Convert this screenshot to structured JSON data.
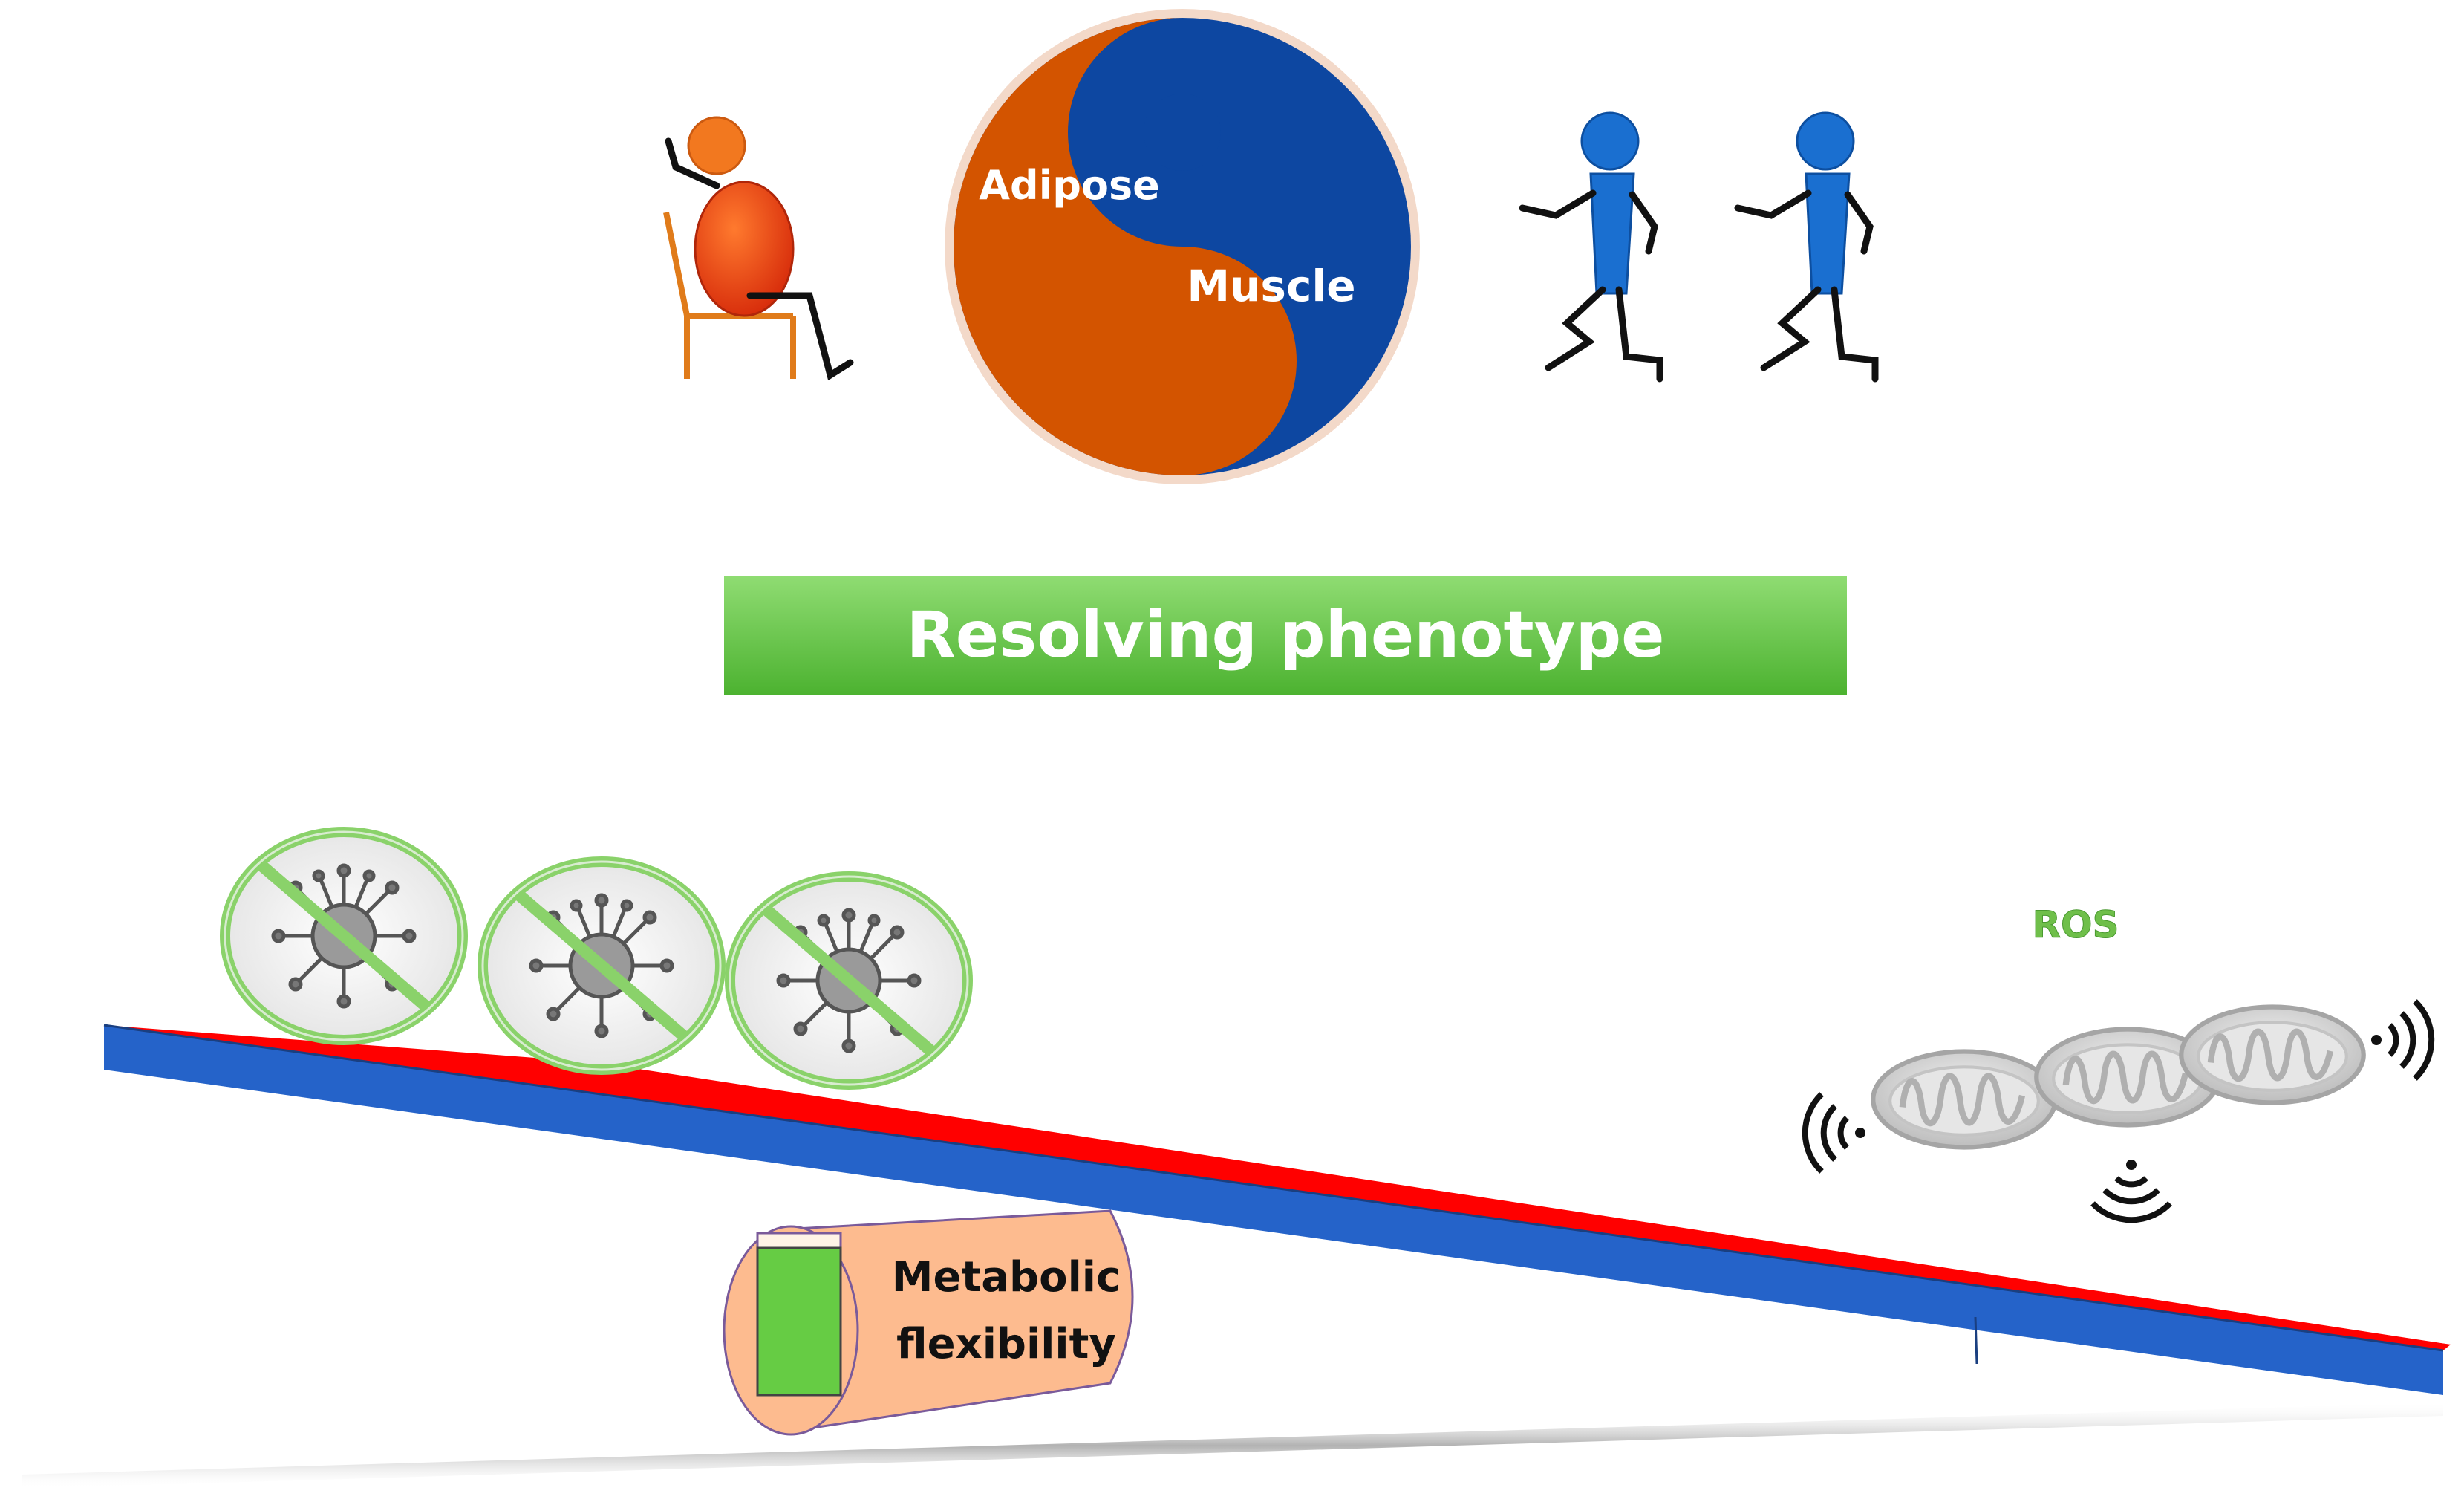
{
  "yin_yang": {
    "left_label": "Adipose",
    "right_label": "Muscle",
    "colors": {
      "adipose": "#d35400",
      "muscle": "#0d47a1",
      "rim": "#f3d9c9"
    }
  },
  "banner": {
    "text": "Resolving phenotype",
    "colors": {
      "top": "#8fdc72",
      "bottom": "#4cb230",
      "text": "#ffffff"
    }
  },
  "fulcrum": {
    "label_line1": "Metabolic",
    "label_line2": "flexibility",
    "colors": {
      "body": "#fdbb8f",
      "battery": "#66cc44",
      "outline": "#7a5a9a"
    }
  },
  "ros": {
    "label": "ROS",
    "colors": {
      "label": "#6fbf4a"
    }
  },
  "figures": {
    "sedentary": {
      "colors": {
        "body": "#e8481a",
        "head": "#f2781f",
        "chair": "#e07b1a"
      }
    },
    "runners": {
      "colors": {
        "body": "#1a6fd0",
        "limbs": "#111111"
      }
    }
  },
  "icons": {
    "virus_blocked": "no-virus-icon",
    "mitochondrion": "mitochondrion-icon",
    "signal_waves": "signal-waves-icon"
  },
  "seesaw": {
    "colors": {
      "top": "#ff0000",
      "front": "#2563c9"
    }
  }
}
